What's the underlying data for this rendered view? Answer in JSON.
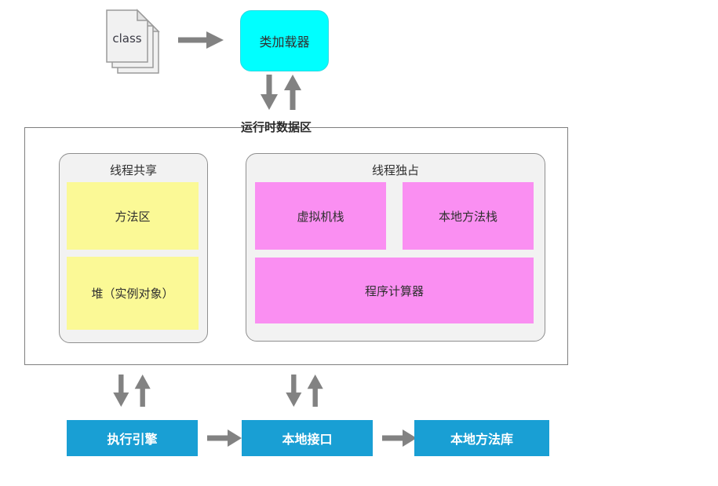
{
  "diagram": {
    "class_file": {
      "label": "class"
    },
    "class_loader": {
      "label": "类加载器",
      "bg_color": "#00ffff"
    },
    "runtime_area": {
      "title": "运行时数据区",
      "thread_shared": {
        "title": "线程共享",
        "item_bg_color": "#fbf996",
        "items": [
          {
            "label": "方法区"
          },
          {
            "label": "堆（实例对象）"
          }
        ]
      },
      "thread_exclusive": {
        "title": "线程独占",
        "item_bg_color": "#fa8ff2",
        "items": [
          {
            "label": "虚拟机栈"
          },
          {
            "label": "本地方法栈"
          },
          {
            "label": "程序计算器"
          }
        ]
      }
    },
    "bottom_row": {
      "bg_color": "#199fd4",
      "items": [
        {
          "label": "执行引擎"
        },
        {
          "label": "本地接口"
        },
        {
          "label": "本地方法库"
        }
      ]
    },
    "arrow_color": "#828282"
  }
}
